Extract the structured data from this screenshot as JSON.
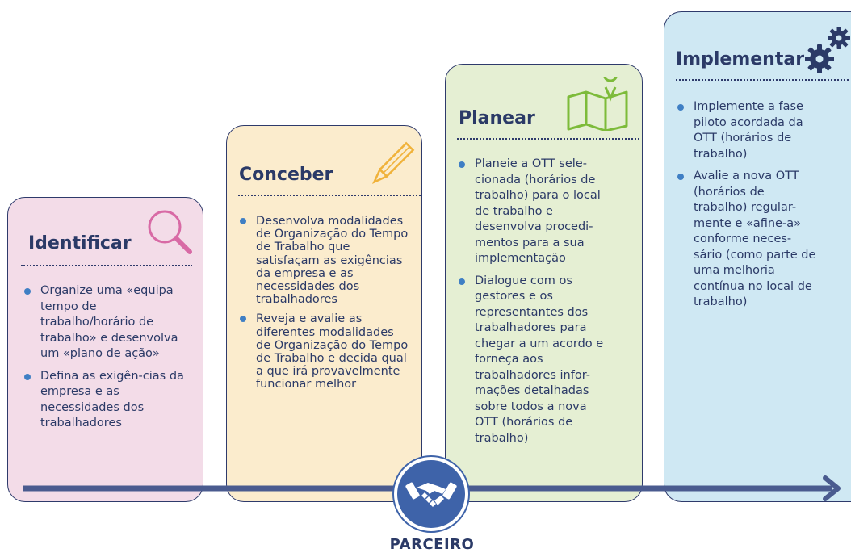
{
  "steps": [
    {
      "title": "Identificar",
      "icon": "magnifier-icon",
      "bg": "#f3dce8",
      "accent": "#d86aa5",
      "items": [
        "Organize uma «equipa tempo de trabalho/horário de trabalho» e desenvolva um «plano de ação»",
        "Defina as exigên-cias da empresa e as necessidades dos trabalhadores"
      ]
    },
    {
      "title": "Conceber",
      "icon": "pencil-icon",
      "bg": "#fbeccd",
      "accent": "#f0b23a",
      "items": [
        "Desenvolva modalidades de Organização do Tempo de Trabalho que satisfaçam as exigências da empresa e as necessidades dos trabalhadores",
        "Reveja e avalie as diferentes modalidades de Organização do Tempo de Trabalho e decida qual a que irá provavelmente funcionar melhor"
      ]
    },
    {
      "title": "Planear",
      "icon": "map-pin-icon",
      "bg": "#e5efd3",
      "accent": "#7dbb3a",
      "items": [
        "Planeie a OTT sele-cionada (horários de trabalho) para o local de trabalho e desenvolva procedi-mentos para a sua implementação",
        "Dialogue com os gestores e os representantes dos trabalhadores para chegar a um acordo e forneça aos trabalhadores infor-mações detalhadas sobre todos a nova OTT (horários de trabalho)"
      ]
    },
    {
      "title": "Implementar",
      "icon": "gears-icon",
      "bg": "#cfe8f3",
      "accent": "#2b3a67",
      "items": [
        "Implemente a fase piloto acordada da OTT (horários de trabalho)",
        "Avalie a nova OTT (horários de trabalho) regular-mente e «afine-a» conforme neces-sário (como parte de uma melhoria contínua no local de trabalho)"
      ]
    }
  ],
  "partner": {
    "icon": "handshake-icon",
    "label": "PARCEIRO"
  },
  "colors": {
    "arrow": "#4a5b8f",
    "outline": "#2e3a6b",
    "bullet": "#3f7fc4",
    "text": "#2b3a67"
  }
}
